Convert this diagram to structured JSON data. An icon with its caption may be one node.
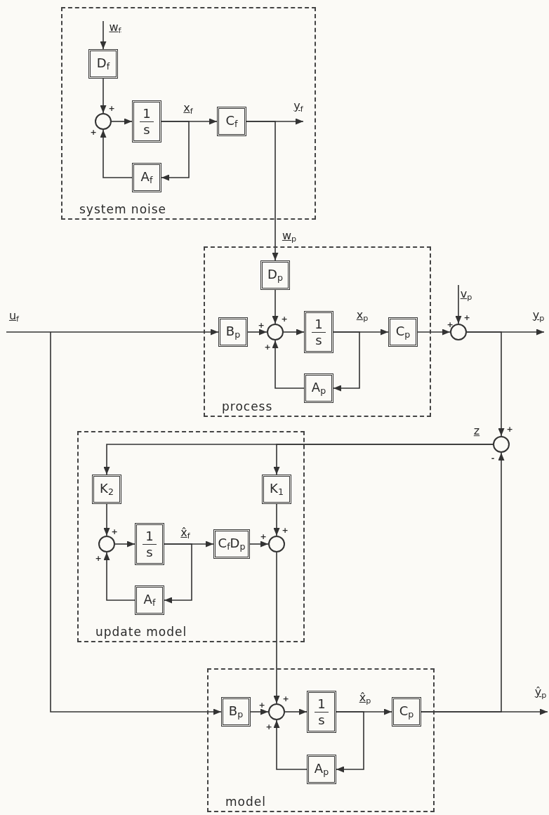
{
  "diagram": {
    "nodes": [
      {
        "text": [
          "system noise"
        ]
      },
      {
        "text": [
          "D$_{f}$"
        ],
        "in": 0
      },
      {
        "text": [],
        "shape": "circle",
        "in": 0,
        "beside": [
          "+",
          "+"
        ]
      },
      {
        "text": [
          "1",
          "s"
        ],
        "in": 0
      },
      {
        "text": [
          "C$_{f}$"
        ],
        "in": 0
      },
      {
        "text": [
          "A$_{f}$"
        ],
        "in": 0
      },
      {
        "text": [
          "process"
        ]
      },
      {
        "text": [
          "D$_{p}$"
        ],
        "in": 6
      },
      {
        "text": [
          "B$_{p}$"
        ],
        "in": 6
      },
      {
        "text": [],
        "shape": "circle",
        "in": 6,
        "beside": [
          "+",
          "+",
          "+"
        ]
      },
      {
        "text": [
          "1",
          "s"
        ],
        "in": 6
      },
      {
        "text": [
          "C$_{p}$"
        ],
        "in": 6
      },
      {
        "text": [
          "A$_{p}$"
        ],
        "in": 6
      },
      {
        "text": [],
        "shape": "circle",
        "beside": [
          "+",
          "+"
        ]
      },
      {
        "text": [],
        "shape": "circle",
        "beside": [
          "+",
          "-"
        ]
      },
      {
        "text": [
          "update model"
        ]
      },
      {
        "text": [
          "K$_{2}$"
        ],
        "in": 15
      },
      {
        "text": [
          "K$_{1}$"
        ],
        "in": 15
      },
      {
        "text": [],
        "shape": "circle",
        "in": 15,
        "beside": [
          "+",
          "+"
        ]
      },
      {
        "text": [
          "1",
          "s"
        ],
        "in": 15
      },
      {
        "text": [
          "C$_{f}$D$_{p}$"
        ],
        "in": 15
      },
      {
        "text": [],
        "shape": "circle",
        "in": 15,
        "beside": [
          "+",
          "+"
        ]
      },
      {
        "text": [
          "A$_{f}$"
        ],
        "in": 15
      },
      {
        "text": [
          "model"
        ]
      },
      {
        "text": [
          "B$_{p}$"
        ],
        "in": 23
      },
      {
        "text": [],
        "shape": "circle",
        "in": 23,
        "beside": [
          "+",
          "+",
          "+"
        ]
      },
      {
        "text": [
          "1",
          "s"
        ],
        "in": 23
      },
      {
        "text": [
          "C$_{p}$"
        ],
        "in": 23
      },
      {
        "text": [
          "A$_{p}$"
        ],
        "in": 23
      }
    ],
    "edges": [
      {
        "from": null,
        "to": 1,
        "arrow": "to",
        "label": "w$_{f}$"
      },
      {
        "from": 1,
        "to": 2,
        "arrow": "to"
      },
      {
        "from": 2,
        "to": 3,
        "arrow": "to"
      },
      {
        "from": 3,
        "to": 4,
        "arrow": "to",
        "label": "x$_{f}$"
      },
      {
        "from": 3,
        "to": 5,
        "arrow": "to"
      },
      {
        "from": 5,
        "to": 2,
        "arrow": "to"
      },
      {
        "from": 4,
        "to": null,
        "arrow": "to",
        "label": "y$_{f}$"
      },
      {
        "from": 4,
        "to": 7,
        "arrow": "to",
        "label": "w$_{p}$"
      },
      {
        "from": 7,
        "to": 9,
        "arrow": "to"
      },
      {
        "from": null,
        "to": 8,
        "arrow": "to",
        "label": "u$_{f}$"
      },
      {
        "from": 8,
        "to": 9,
        "arrow": "to"
      },
      {
        "from": 9,
        "to": 10,
        "arrow": "to"
      },
      {
        "from": 10,
        "to": 11,
        "arrow": "to",
        "label": "x$_{p}$"
      },
      {
        "from": 10,
        "to": 12,
        "arrow": "to"
      },
      {
        "from": 12,
        "to": 9,
        "arrow": "to"
      },
      {
        "from": 11,
        "to": 13,
        "arrow": "to"
      },
      {
        "from": null,
        "to": 13,
        "arrow": "to",
        "label": "v$_{p}$"
      },
      {
        "from": 13,
        "to": null,
        "arrow": "to",
        "label": "y$_{p}$"
      },
      {
        "from": 13,
        "to": 14,
        "arrow": "to"
      },
      {
        "from": 27,
        "to": 14,
        "arrow": "to"
      },
      {
        "from": 14,
        "to": 16,
        "arrow": "to",
        "label": "z"
      },
      {
        "from": 14,
        "to": 17,
        "arrow": "to"
      },
      {
        "from": 16,
        "to": 18,
        "arrow": "to"
      },
      {
        "from": 18,
        "to": 19,
        "arrow": "to"
      },
      {
        "from": 19,
        "to": 20,
        "arrow": "to",
        "label": "x̂$_{f}$"
      },
      {
        "from": 19,
        "to": 22,
        "arrow": "to"
      },
      {
        "from": 22,
        "to": 18,
        "arrow": "to"
      },
      {
        "from": 20,
        "to": 21,
        "arrow": "to"
      },
      {
        "from": 17,
        "to": 21,
        "arrow": "to"
      },
      {
        "from": 21,
        "to": 25,
        "arrow": "to"
      },
      {
        "from": null,
        "to": 24,
        "arrow": "to"
      },
      {
        "from": 24,
        "to": 25,
        "arrow": "to"
      },
      {
        "from": 25,
        "to": 26,
        "arrow": "to"
      },
      {
        "from": 26,
        "to": 27,
        "arrow": "to",
        "label": "x̂$_{p}$"
      },
      {
        "from": 26,
        "to": 28,
        "arrow": "to"
      },
      {
        "from": 28,
        "to": 25,
        "arrow": "to"
      },
      {
        "from": 27,
        "to": null,
        "arrow": "to",
        "label": "ŷ$_{p}$"
      }
    ]
  }
}
